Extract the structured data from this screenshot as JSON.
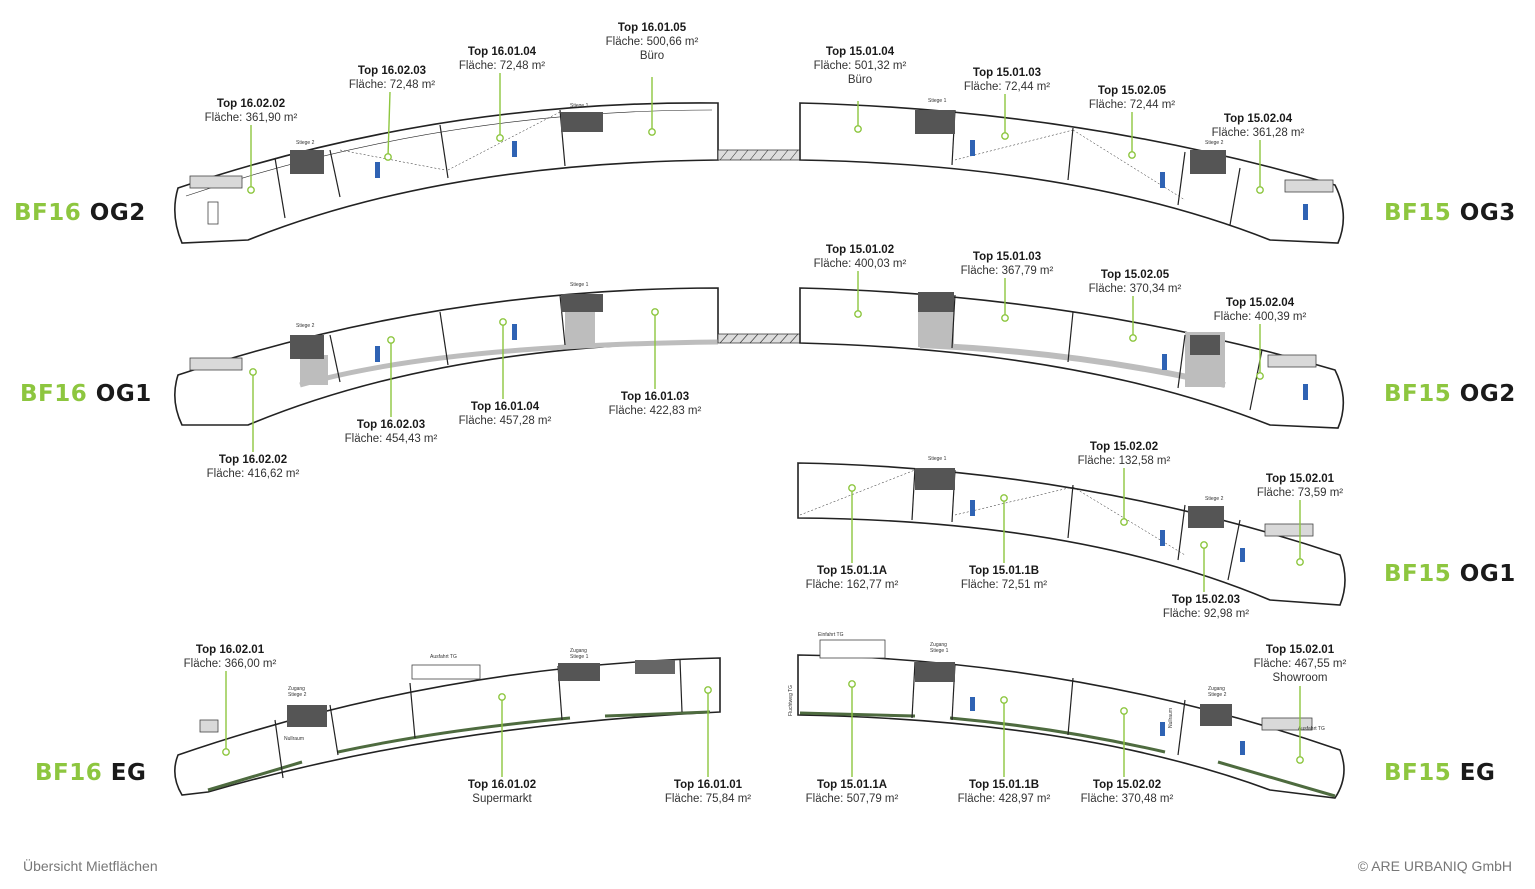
{
  "footer": {
    "left": "Übersicht Mietflächen",
    "right": "© ARE URBANIQ GmbH"
  },
  "floors": [
    {
      "id": "bf16-og2",
      "bf": "BF16",
      "level": "OG2"
    },
    {
      "id": "bf15-og3",
      "bf": "BF15",
      "level": "OG3"
    },
    {
      "id": "bf16-og1",
      "bf": "BF16",
      "level": "OG1"
    },
    {
      "id": "bf15-og2",
      "bf": "BF15",
      "level": "OG2"
    },
    {
      "id": "bf15-og1",
      "bf": "BF15",
      "level": "OG1"
    },
    {
      "id": "bf16-eg",
      "bf": "BF16",
      "level": "EG"
    },
    {
      "id": "bf15-eg",
      "bf": "BF15",
      "level": "EG"
    }
  ],
  "units": [
    {
      "title": "Top 16.02.02",
      "area": "Fläche: 361,90 m²",
      "use": ""
    },
    {
      "title": "Top 16.02.03",
      "area": "Fläche: 72,48 m²",
      "use": ""
    },
    {
      "title": "Top 16.01.04",
      "area": "Fläche: 72,48 m²",
      "use": ""
    },
    {
      "title": "Top 16.01.05",
      "area": "Fläche: 500,66 m²",
      "use": "Büro"
    },
    {
      "title": "Top 15.01.04",
      "area": "Fläche: 501,32 m²",
      "use": "Büro"
    },
    {
      "title": "Top 15.01.03",
      "area": "Fläche: 72,44 m²",
      "use": ""
    },
    {
      "title": "Top 15.02.05",
      "area": "Fläche: 72,44 m²",
      "use": ""
    },
    {
      "title": "Top 15.02.04",
      "area": "Fläche: 361,28 m²",
      "use": ""
    },
    {
      "title": "Top 15.01.02",
      "area": "Fläche: 400,03 m²",
      "use": ""
    },
    {
      "title": "Top 15.01.03",
      "area": "Fläche: 367,79 m²",
      "use": ""
    },
    {
      "title": "Top 15.02.05",
      "area": "Fläche: 370,34 m²",
      "use": ""
    },
    {
      "title": "Top 15.02.04",
      "area": "Fläche: 400,39 m²",
      "use": ""
    },
    {
      "title": "Top 16.02.03",
      "area": "Fläche: 454,43 m²",
      "use": ""
    },
    {
      "title": "Top 16.01.04",
      "area": "Fläche: 457,28 m²",
      "use": ""
    },
    {
      "title": "Top 16.01.03",
      "area": "Fläche: 422,83 m²",
      "use": ""
    },
    {
      "title": "Top 16.02.02",
      "area": "Fläche: 416,62 m²",
      "use": ""
    },
    {
      "title": "Top 15.02.02",
      "area": "Fläche: 132,58 m²",
      "use": ""
    },
    {
      "title": "Top 15.02.01",
      "area": "Fläche: 73,59 m²",
      "use": ""
    },
    {
      "title": "Top 15.01.1A",
      "area": "Fläche: 162,77 m²",
      "use": ""
    },
    {
      "title": "Top 15.01.1B",
      "area": "Fläche: 72,51 m²",
      "use": ""
    },
    {
      "title": "Top 15.02.03",
      "area": "Fläche: 92,98 m²",
      "use": ""
    },
    {
      "title": "Top 16.02.01",
      "area": "Fläche: 366,00 m²",
      "use": ""
    },
    {
      "title": "Top 15.02.01",
      "area": "Fläche: 467,55 m²",
      "use": "Showroom"
    },
    {
      "title": "Top 16.01.02",
      "area": "",
      "use": "Supermarkt"
    },
    {
      "title": "Top 16.01.01",
      "area": "Fläche: 75,84 m²",
      "use": ""
    },
    {
      "title": "Top 15.01.1A",
      "area": "Fläche: 507,79 m²",
      "use": ""
    },
    {
      "title": "Top 15.01.1B",
      "area": "Fläche: 428,97 m²",
      "use": ""
    },
    {
      "title": "Top 15.02.02",
      "area": "Fläche: 370,48 m²",
      "use": ""
    }
  ],
  "plan_labels": [
    "Stiege 1",
    "Stiege 2",
    "Ausfahrt TG",
    "Zugang Stiege 1",
    "Zugang Stiege 2",
    "Einfahrt TG",
    "Ausfahrt TG",
    "Nullraum",
    "Fluchtweg TG"
  ],
  "colors": {
    "accent": "#8dc63f",
    "wall": "#222222",
    "stair": "#2f63b4",
    "core": "#6f6f6f",
    "corridor": "#bdbdbd",
    "facade": "#4e6b3f"
  }
}
